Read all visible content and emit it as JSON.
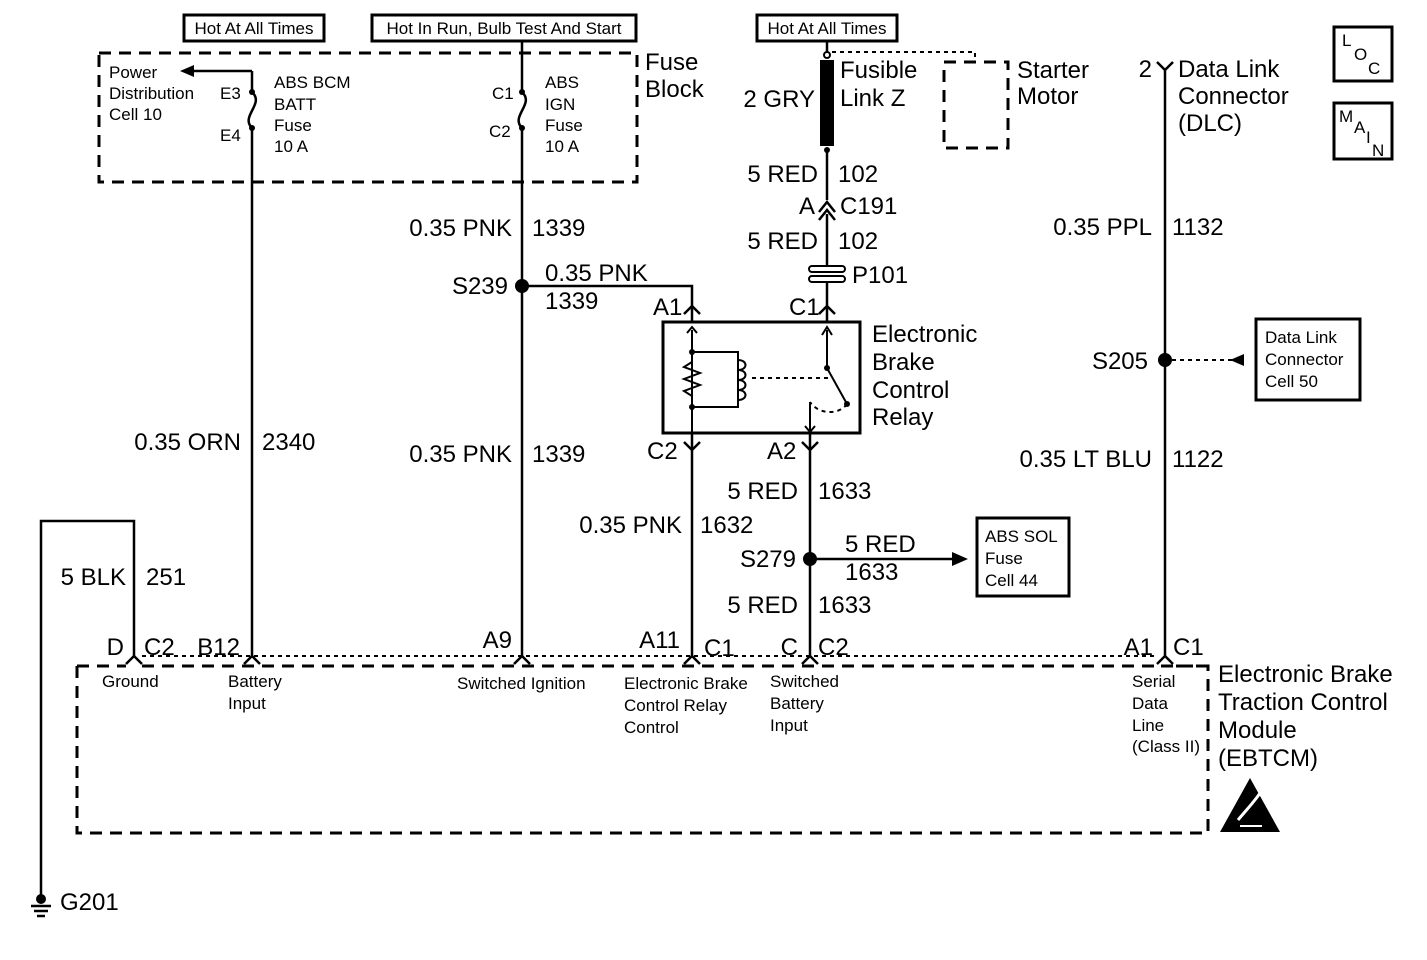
{
  "headers": {
    "hot_at_all_times_1": "Hot At All Times",
    "hot_in_run": "Hot In Run, Bulb Test And Start",
    "hot_at_all_times_2": "Hot At All Times"
  },
  "fuse_block": {
    "title_line1": "Fuse",
    "title_line2": "Block",
    "power_dist_line1": "Power",
    "power_dist_line2": "Distribution",
    "power_dist_line3": "Cell 10",
    "fuse1_line1": "ABS BCM",
    "fuse1_line2": "BATT",
    "fuse1_line3": "Fuse",
    "fuse1_line4": "10 A",
    "fuse1_pin_in": "E3",
    "fuse1_pin_out": "E4",
    "fuse2_line1": "ABS",
    "fuse2_line2": "IGN",
    "fuse2_line3": "Fuse",
    "fuse2_line4": "10 A",
    "fuse2_pin_in": "C1",
    "fuse2_pin_out": "C2"
  },
  "fusible_link": {
    "line1": "Fusible",
    "line2": "Link Z",
    "wire": "2 GRY"
  },
  "starter": {
    "line1": "Starter",
    "line2": "Motor"
  },
  "dlc": {
    "pin": "2",
    "line1": "Data Link",
    "line2": "Connector",
    "line3": "(DLC)"
  },
  "badges": {
    "loc": [
      "L",
      "O",
      "C"
    ],
    "main": [
      "M",
      "A",
      "I",
      "N"
    ]
  },
  "wires": {
    "w2340_color": "0.35 ORN",
    "w2340_num": "2340",
    "w1339a_color": "0.35 PNK",
    "w1339a_num": "1339",
    "w1339b_color": "0.35 PNK",
    "w1339b_num": "1339",
    "w1339c_color": "0.35 PNK",
    "w1339c_num": "1339",
    "w102a_color": "5 RED",
    "w102a_num": "102",
    "w102b_color": "5 RED",
    "w102b_num": "102",
    "w1632_color": "0.35 PNK",
    "w1632_num": "1632",
    "w1633a_color": "5 RED",
    "w1633a_num": "1633",
    "w1633b_color": "5 RED",
    "w1633b_num": "1633",
    "w1633c_color": "5 RED",
    "w1633c_num": "1633",
    "w1132_color": "0.35 PPL",
    "w1132_num": "1132",
    "w1122_color": "0.35 LT BLU",
    "w1122_num": "1122",
    "w251_color": "5 BLK",
    "w251_num": "251"
  },
  "connectors": {
    "c191_pin": "A",
    "c191": "C191",
    "p101": "P101",
    "s239": "S239",
    "s279": "S279",
    "s205": "S205",
    "relay_a1": "A1",
    "relay_c1": "C1",
    "relay_c2": "C2",
    "relay_a2": "A2"
  },
  "relay": {
    "line1": "Electronic",
    "line2": "Brake",
    "line3": "Control",
    "line4": "Relay"
  },
  "dlc_cell": {
    "line1": "Data Link",
    "line2": "Connector",
    "line3": "Cell 50"
  },
  "abs_sol": {
    "line1": "ABS SOL",
    "line2": "Fuse",
    "line3": "Cell 44"
  },
  "module": {
    "line1": "Electronic Brake",
    "line2": "Traction Control",
    "line3": "Module",
    "line4": "(EBTCM)",
    "pins": {
      "ground_pin": "D",
      "ground_conn": "C2",
      "battery_pin": "B12",
      "ignition_pin": "A9",
      "relay_pin": "A11",
      "relay_conn": "C1",
      "switched_pin": "C",
      "switched_conn": "C2",
      "serial_pin": "A1",
      "serial_conn": "C1"
    },
    "labels": {
      "ground": "Ground",
      "battery_1": "Battery",
      "battery_2": "Input",
      "ignition": "Switched Ignition",
      "relay_1": "Electronic Brake",
      "relay_2": "Control Relay",
      "relay_3": "Control",
      "switched_1": "Switched",
      "switched_2": "Battery",
      "switched_3": "Input",
      "serial_1": "Serial",
      "serial_2": "Data",
      "serial_3": "Line",
      "serial_4": "(Class II)"
    }
  },
  "ground": {
    "label": "G201"
  }
}
